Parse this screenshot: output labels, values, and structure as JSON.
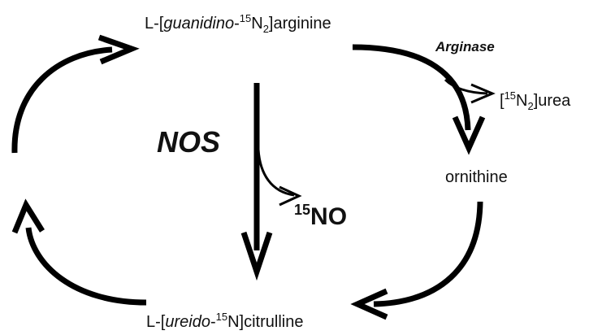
{
  "arginine": {
    "prefix": "L-[",
    "italic": "guanidino",
    "dash": "-",
    "sup": "15",
    "element": "N",
    "sub": "2",
    "suffix": "]arginine"
  },
  "arginase": {
    "label": "Arginase"
  },
  "urea": {
    "open": "[",
    "sup": "15",
    "element": "N",
    "sub": "2",
    "suffix": "]urea"
  },
  "ornithine": {
    "label": "ornithine"
  },
  "nos": {
    "label": "NOS"
  },
  "no": {
    "sup": "15",
    "label": "NO"
  },
  "citrulline": {
    "prefix": "L-[",
    "italic": "ureido",
    "dash": "-",
    "sup": "15",
    "element": "N",
    "suffix": "]citrulline"
  },
  "colors": {
    "ink": "#000000",
    "text": "#111111",
    "background": "#ffffff"
  }
}
